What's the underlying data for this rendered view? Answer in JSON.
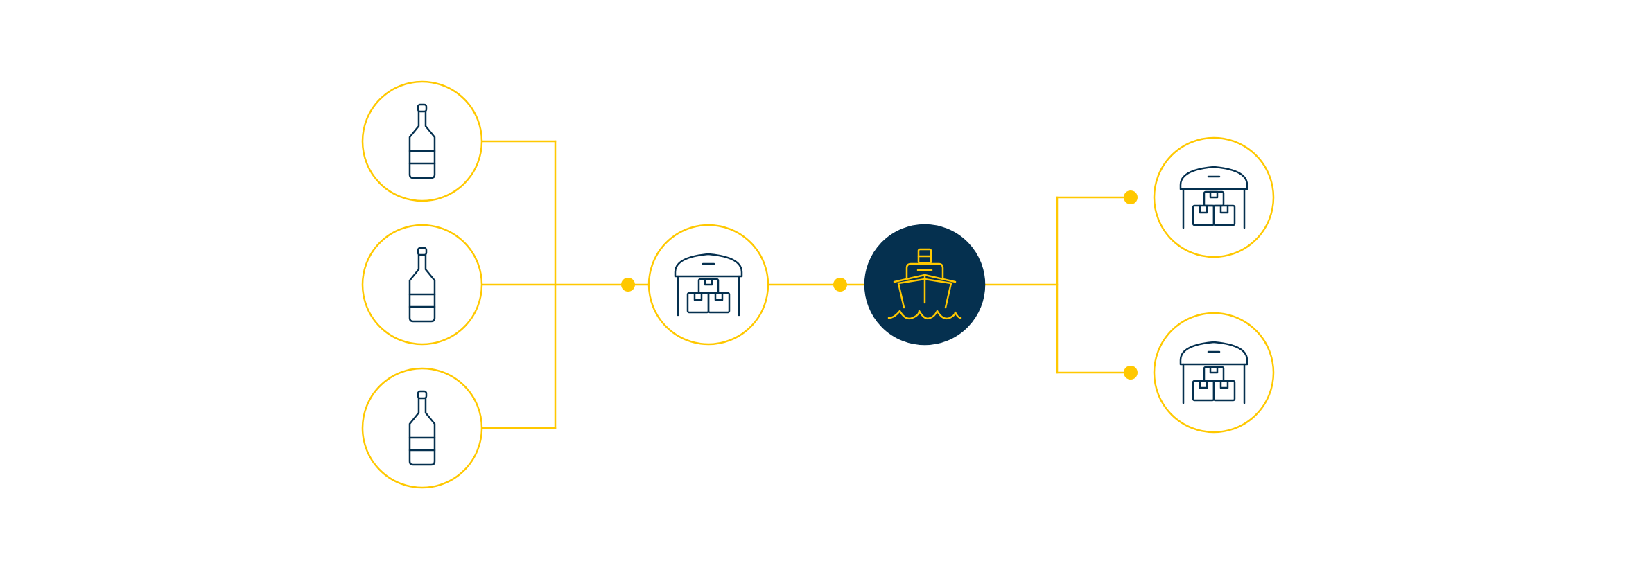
{
  "colors": {
    "background": "#ffffff",
    "accent": "#FFC800",
    "navy": "#05304F",
    "node_fill": "#ffffff"
  },
  "nodes": [
    {
      "id": "bottle-1",
      "icon": "wine-bottle-icon",
      "style": "outline",
      "column": "sources"
    },
    {
      "id": "bottle-2",
      "icon": "wine-bottle-icon",
      "style": "outline",
      "column": "sources"
    },
    {
      "id": "bottle-3",
      "icon": "wine-bottle-icon",
      "style": "outline",
      "column": "sources"
    },
    {
      "id": "warehouse-origin",
      "icon": "warehouse-icon",
      "style": "outline",
      "column": "consolidation"
    },
    {
      "id": "ship",
      "icon": "cargo-ship-icon",
      "style": "filled",
      "column": "transport"
    },
    {
      "id": "warehouse-dest-1",
      "icon": "warehouse-icon",
      "style": "outline",
      "column": "destinations"
    },
    {
      "id": "warehouse-dest-2",
      "icon": "warehouse-icon",
      "style": "outline",
      "column": "destinations"
    }
  ],
  "edges": [
    {
      "from": "bottle-1",
      "to": "warehouse-origin"
    },
    {
      "from": "bottle-2",
      "to": "warehouse-origin"
    },
    {
      "from": "bottle-3",
      "to": "warehouse-origin"
    },
    {
      "from": "warehouse-origin",
      "to": "ship"
    },
    {
      "from": "ship",
      "to": "warehouse-dest-1"
    },
    {
      "from": "ship",
      "to": "warehouse-dest-2"
    }
  ]
}
